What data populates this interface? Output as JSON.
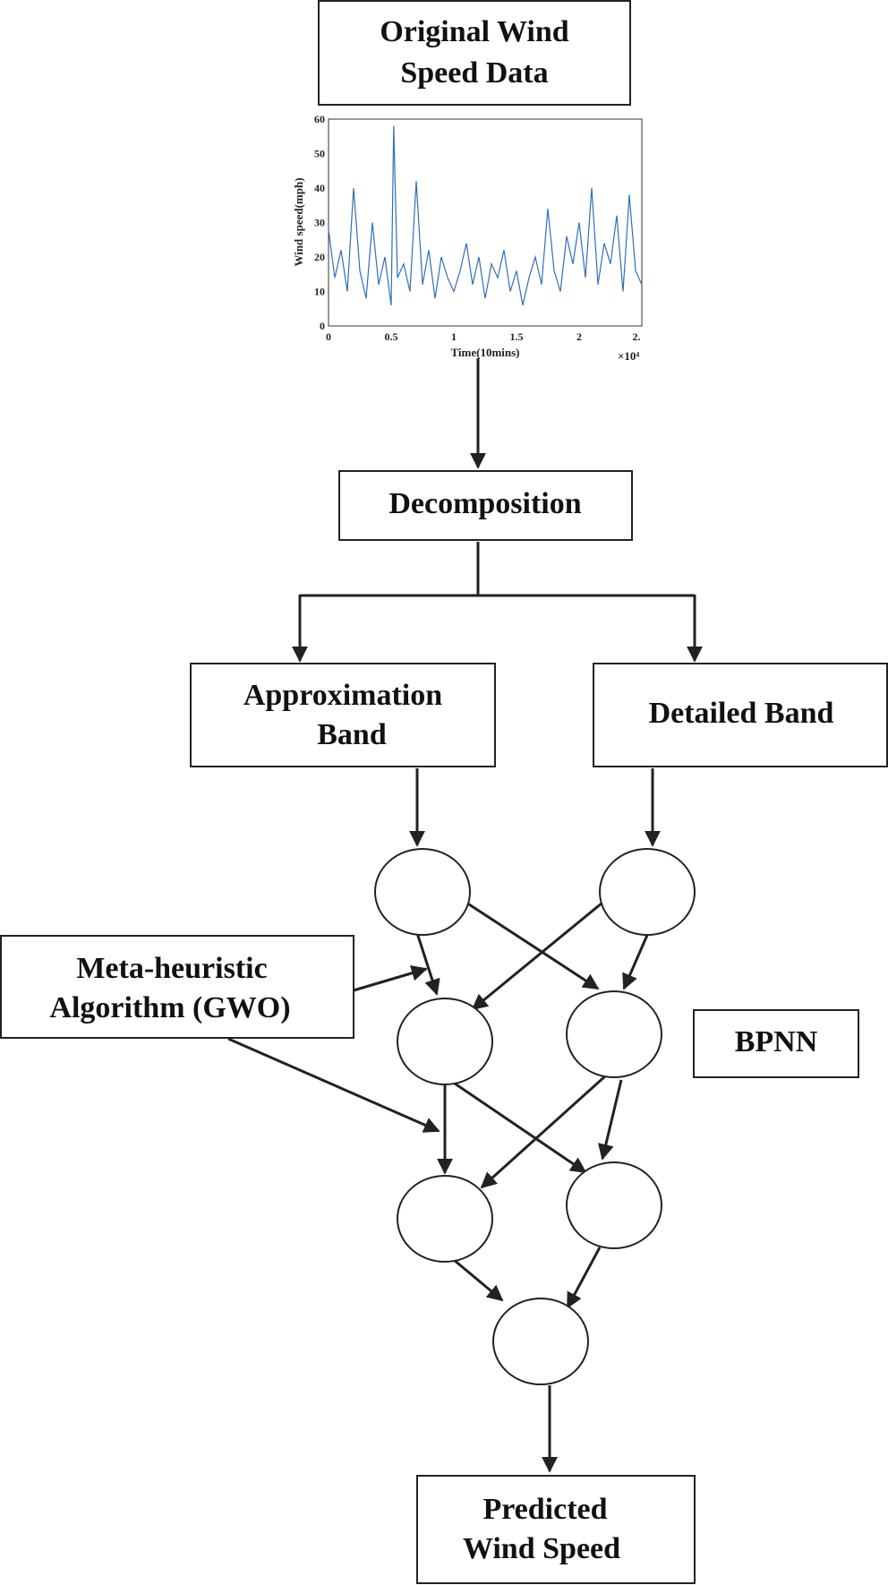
{
  "boxes": {
    "original": [
      "Original Wind",
      "Speed Data"
    ],
    "decomposition": "Decomposition",
    "approximation": [
      "Approximation",
      "Band"
    ],
    "detailed": "Detailed Band",
    "metaheuristic": [
      "Meta-heuristic",
      "Algorithm (GWO)"
    ],
    "bpnn": "BPNN",
    "predicted": [
      "Predicted",
      "Wind Speed"
    ]
  },
  "chart_data": {
    "type": "line",
    "xlabel": "Time(10mins)",
    "ylabel": "Wind speed(mph)",
    "x_multiplier_label": "×10⁴",
    "xlim": [
      0,
      2.5
    ],
    "ylim": [
      0,
      60
    ],
    "xticks": [
      "0",
      "0.5",
      "1",
      "1.5",
      "2",
      "2."
    ],
    "yticks": [
      "0",
      "10",
      "20",
      "30",
      "40",
      "50",
      "60"
    ],
    "grid": false,
    "color": "#2e6fba",
    "series": [
      {
        "x": [
          0,
          0.05,
          0.1,
          0.15,
          0.2,
          0.25,
          0.3,
          0.35,
          0.4,
          0.45,
          0.5,
          0.52,
          0.55,
          0.6,
          0.65,
          0.7,
          0.75,
          0.8,
          0.85,
          0.9,
          0.95,
          1.0,
          1.05,
          1.1,
          1.15,
          1.2,
          1.25,
          1.3,
          1.35,
          1.4,
          1.45,
          1.5,
          1.55,
          1.6,
          1.65,
          1.7,
          1.75,
          1.8,
          1.85,
          1.9,
          1.95,
          2.0,
          2.05,
          2.1,
          2.15,
          2.2,
          2.25,
          2.3,
          2.35,
          2.4,
          2.45,
          2.5
        ],
        "y": [
          28,
          14,
          22,
          10,
          40,
          16,
          8,
          30,
          12,
          20,
          6,
          58,
          14,
          18,
          10,
          42,
          12,
          22,
          8,
          20,
          14,
          10,
          16,
          24,
          12,
          20,
          8,
          18,
          14,
          22,
          10,
          16,
          6,
          14,
          20,
          12,
          34,
          16,
          10,
          26,
          18,
          30,
          14,
          40,
          12,
          24,
          18,
          32,
          10,
          38,
          16,
          12
        ]
      }
    ]
  }
}
